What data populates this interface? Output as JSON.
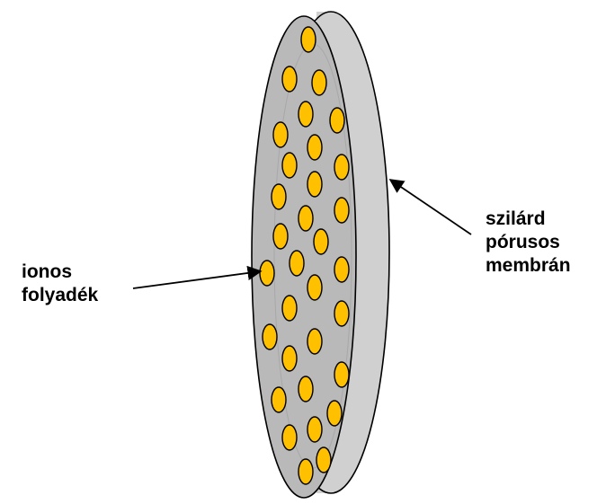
{
  "labels": {
    "ionic_liquid": [
      "ionos",
      "folyadék"
    ],
    "membrane": [
      "szilárd",
      "pórusos",
      "membrán"
    ]
  },
  "colors": {
    "membrane_face": "#b9b9b9",
    "membrane_rim": "#d0d0d0",
    "pore_fill": "#ffc000",
    "outline": "#000000"
  }
}
